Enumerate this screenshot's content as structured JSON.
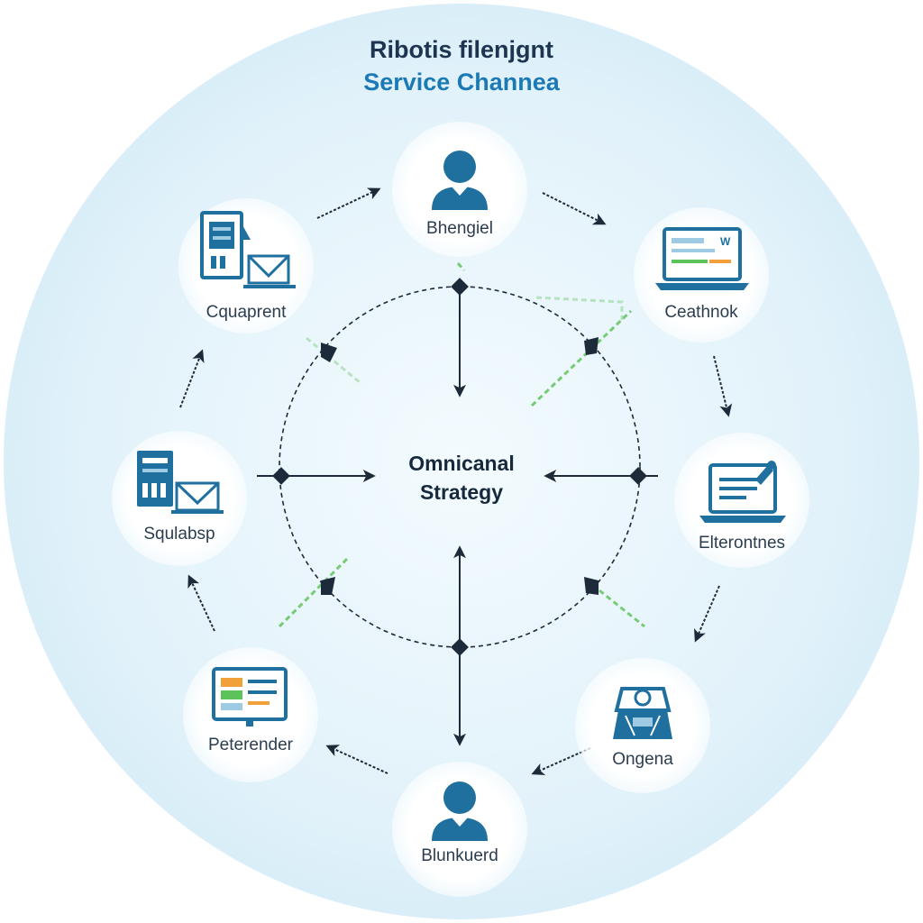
{
  "header": {
    "title_line1": "Ribotis filenjgnt",
    "title_line2": "Service Channea"
  },
  "center": {
    "line1": "Omnicanal",
    "line2": "Strategy"
  },
  "nodes": [
    {
      "label": "Bhengiel",
      "icon": "person-icon"
    },
    {
      "label": "Ceathnok",
      "icon": "laptop-icon"
    },
    {
      "label": "Elterontnes",
      "icon": "laptop-edit-icon"
    },
    {
      "label": "Ongena",
      "icon": "kiosk-icon"
    },
    {
      "label": "Blunkuerd",
      "icon": "person-icon"
    },
    {
      "label": "Peterender",
      "icon": "monitor-icon"
    },
    {
      "label": "Squlabsp",
      "icon": "device-mail-icon"
    },
    {
      "label": "Cquaprent",
      "icon": "device-mail-icon"
    }
  ],
  "colors": {
    "background_circle": "#e6f4fb",
    "icon_primary": "#1f6f9f",
    "accent_green": "#5cc25a",
    "accent_orange": "#f2a13a",
    "arrow": "#1c2a3a"
  }
}
